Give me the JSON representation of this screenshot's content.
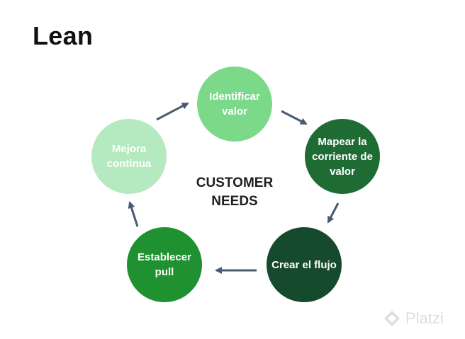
{
  "title": "Lean",
  "center": {
    "line1": "CUSTOMER",
    "line2": "NEEDS"
  },
  "nodes": [
    {
      "line1": "Identificar",
      "line2": "valor",
      "color": "#7cd98a"
    },
    {
      "line1": "Mapear la",
      "line2": "corriente de",
      "line3": "valor",
      "color": "#1e6b34"
    },
    {
      "line1": "Crear el flujo",
      "color": "#154a2c"
    },
    {
      "line1": "Establecer",
      "line2": "pull",
      "color": "#1f9130"
    },
    {
      "line1": "Mejora",
      "line2": "continua",
      "color": "#b5e9bf"
    }
  ],
  "arrow_color": "#4a5a73",
  "watermark": {
    "text": "Platzi",
    "icon": "platzi-logo-icon"
  }
}
